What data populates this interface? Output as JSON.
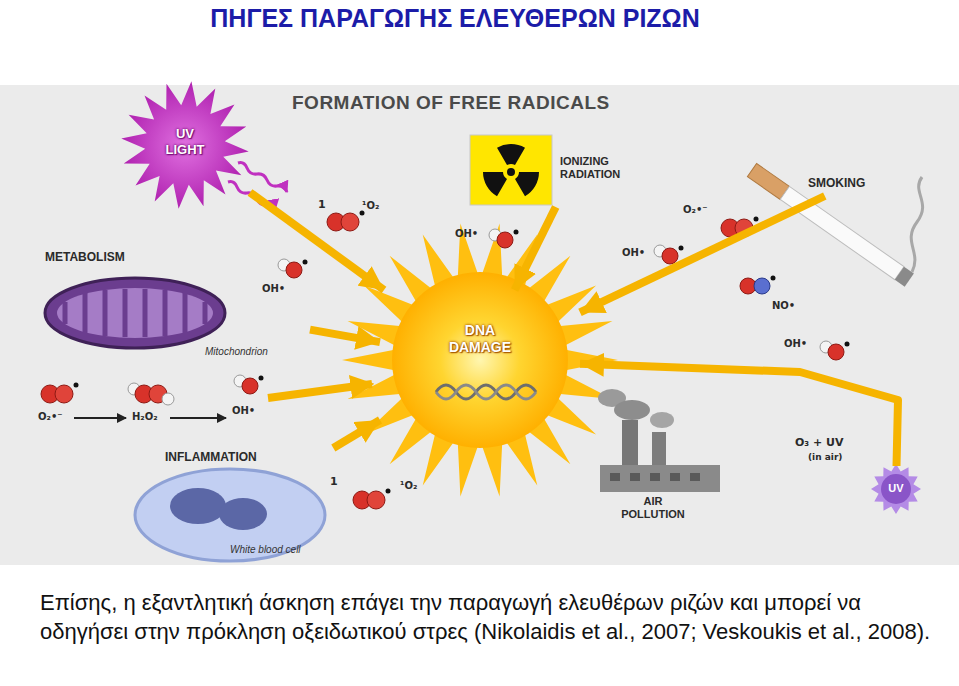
{
  "diagram": {
    "title": "ΠΗΓΕΣ ΠΑΡΑΓΩΓΗΣ ΕΛΕΥΘΕΡΩΝ ΡΙΖΩΝ",
    "caption": "Επίσης, η εξαντλητική άσκηση επάγει την παραγωγή ελευθέρων ριζών και μπορεί να οδηγήσει στην πρόκληση οξειδωτικού στρες (Nikolaidis et al., 2007; Veskoukis et al., 2008).",
    "nodes": [
      {
        "text": [
          "UV LIGHT"
        ]
      },
      {
        "text": [
          "IONIZING RADIATION"
        ]
      },
      {
        "text": [
          "SMOKING"
        ]
      },
      {
        "text": [
          "METABOLISM",
          "Mitochondrion"
        ]
      },
      {
        "text": [
          "DNA DAMAGE"
        ]
      },
      {
        "text": [
          "INFLAMMATION",
          "White blood cell"
        ]
      },
      {
        "text": [
          "AIR POLLUTION"
        ]
      },
      {
        "text": [
          "UV"
        ]
      }
    ],
    "edges": [
      {
        "from": 0,
        "to": 4,
        "arrow": "to"
      },
      {
        "from": 1,
        "to": 4,
        "arrow": "to"
      },
      {
        "from": 2,
        "to": 4,
        "arrow": "to"
      },
      {
        "from": 3,
        "to": 4,
        "arrow": "to"
      },
      {
        "from": 5,
        "to": 4,
        "arrow": "to"
      },
      {
        "from": 7,
        "to": 4,
        "arrow": "to"
      }
    ],
    "labels": [
      "FORMATION OF FREE RADICALS",
      "1",
      "¹O₂",
      "OH•",
      "O₂•⁻",
      "OH•",
      "NO•",
      "OH•",
      "O₂•⁻",
      "H₂O₂",
      "OH•",
      "1",
      "¹O₂",
      "OH•",
      "O₃ + UV",
      "(in air)"
    ]
  }
}
